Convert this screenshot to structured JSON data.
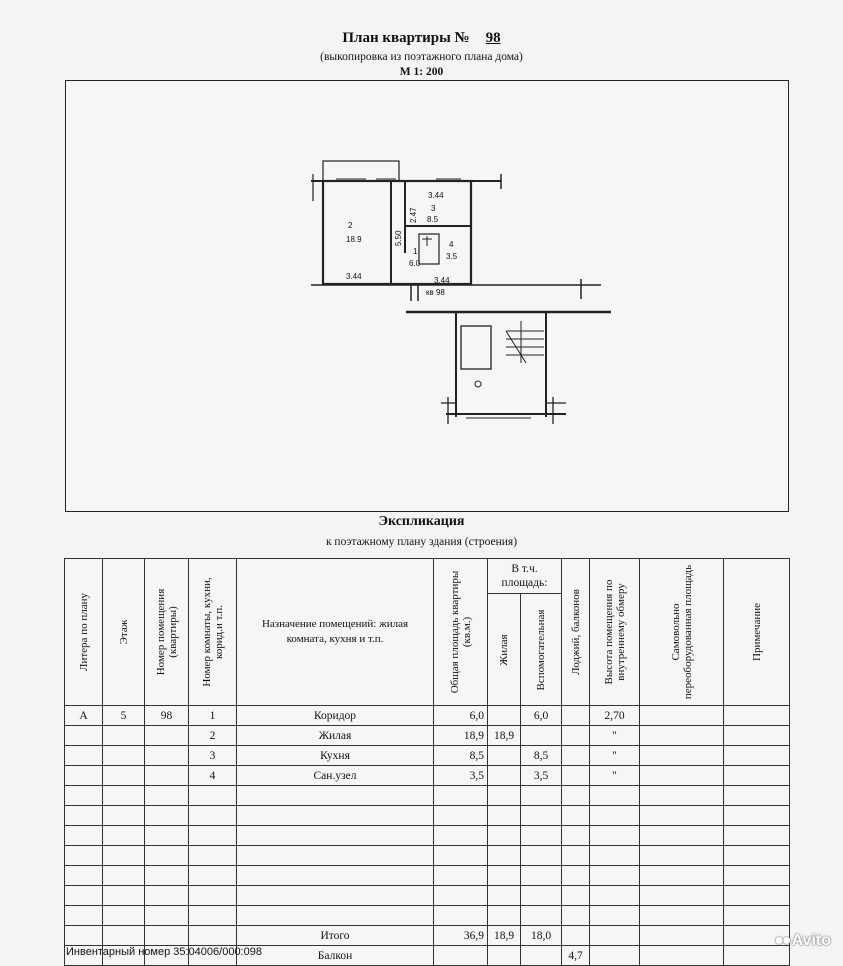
{
  "header": {
    "title": "План квартиры №",
    "apartment_number": "98",
    "subtitle": "(выкопировка из поэтажного плана дома)",
    "scale": "М 1: 200"
  },
  "plan": {
    "labels": {
      "room2_no": "2",
      "room2_area": "18.9",
      "room3_no": "3",
      "room3_area": "8.5",
      "room1_no": "1",
      "room1_area": "6.0",
      "room4_no": "4",
      "room4_area": "3.5",
      "dim_top": "3.44",
      "dim_left_bottom": "3.44",
      "dim_bottom": "3.44",
      "dim_v1": "2.47",
      "dim_v2": "5.50",
      "apt_label": "кв 98"
    }
  },
  "explication": {
    "title": "Экспликация",
    "subtitle": "к поэтажному плану здания (строения)",
    "headers": {
      "litera": "Литера по плану",
      "floor": "Этаж",
      "apt_no": "Номер помещения (квартиры)",
      "room_no": "Номер комнаты, кухни, корид.и т.п.",
      "purpose": "Назначение помещений: жилая комната, кухня и т.п.",
      "total_area": "Общая площадь квартиры (кв.м.)",
      "incl": "В т.ч. площадь:",
      "living": "Жилая",
      "auxiliary": "Вспомогательная",
      "loggia": "Лоджий, балконов",
      "height": "Высота помещения по внутреннему обмеру",
      "unauth": "Самовольно переоборудованная площадь",
      "note": "Примечание"
    },
    "rows": [
      {
        "litera": "А",
        "floor": "5",
        "apt": "98",
        "no": "1",
        "name": "Коридор",
        "total": "6,0",
        "living": "",
        "aux": "6,0",
        "loggia": "",
        "height": "2,70"
      },
      {
        "litera": "",
        "floor": "",
        "apt": "",
        "no": "2",
        "name": "Жилая",
        "total": "18,9",
        "living": "18,9",
        "aux": "",
        "loggia": "",
        "height": "\""
      },
      {
        "litera": "",
        "floor": "",
        "apt": "",
        "no": "3",
        "name": "Кухня",
        "total": "8,5",
        "living": "",
        "aux": "8,5",
        "loggia": "",
        "height": "\""
      },
      {
        "litera": "",
        "floor": "",
        "apt": "",
        "no": "4",
        "name": "Сан.узел",
        "total": "3,5",
        "living": "",
        "aux": "3,5",
        "loggia": "",
        "height": "\""
      }
    ],
    "total": {
      "label": "Итого",
      "total": "36,9",
      "living": "18,9",
      "aux": "18,0"
    },
    "balcony": {
      "label": "Балкон",
      "value": "4,7"
    }
  },
  "footer": {
    "inventory": "Инвентарный номер 35:04006/000:098"
  },
  "watermark": {
    "text": "Avito"
  }
}
